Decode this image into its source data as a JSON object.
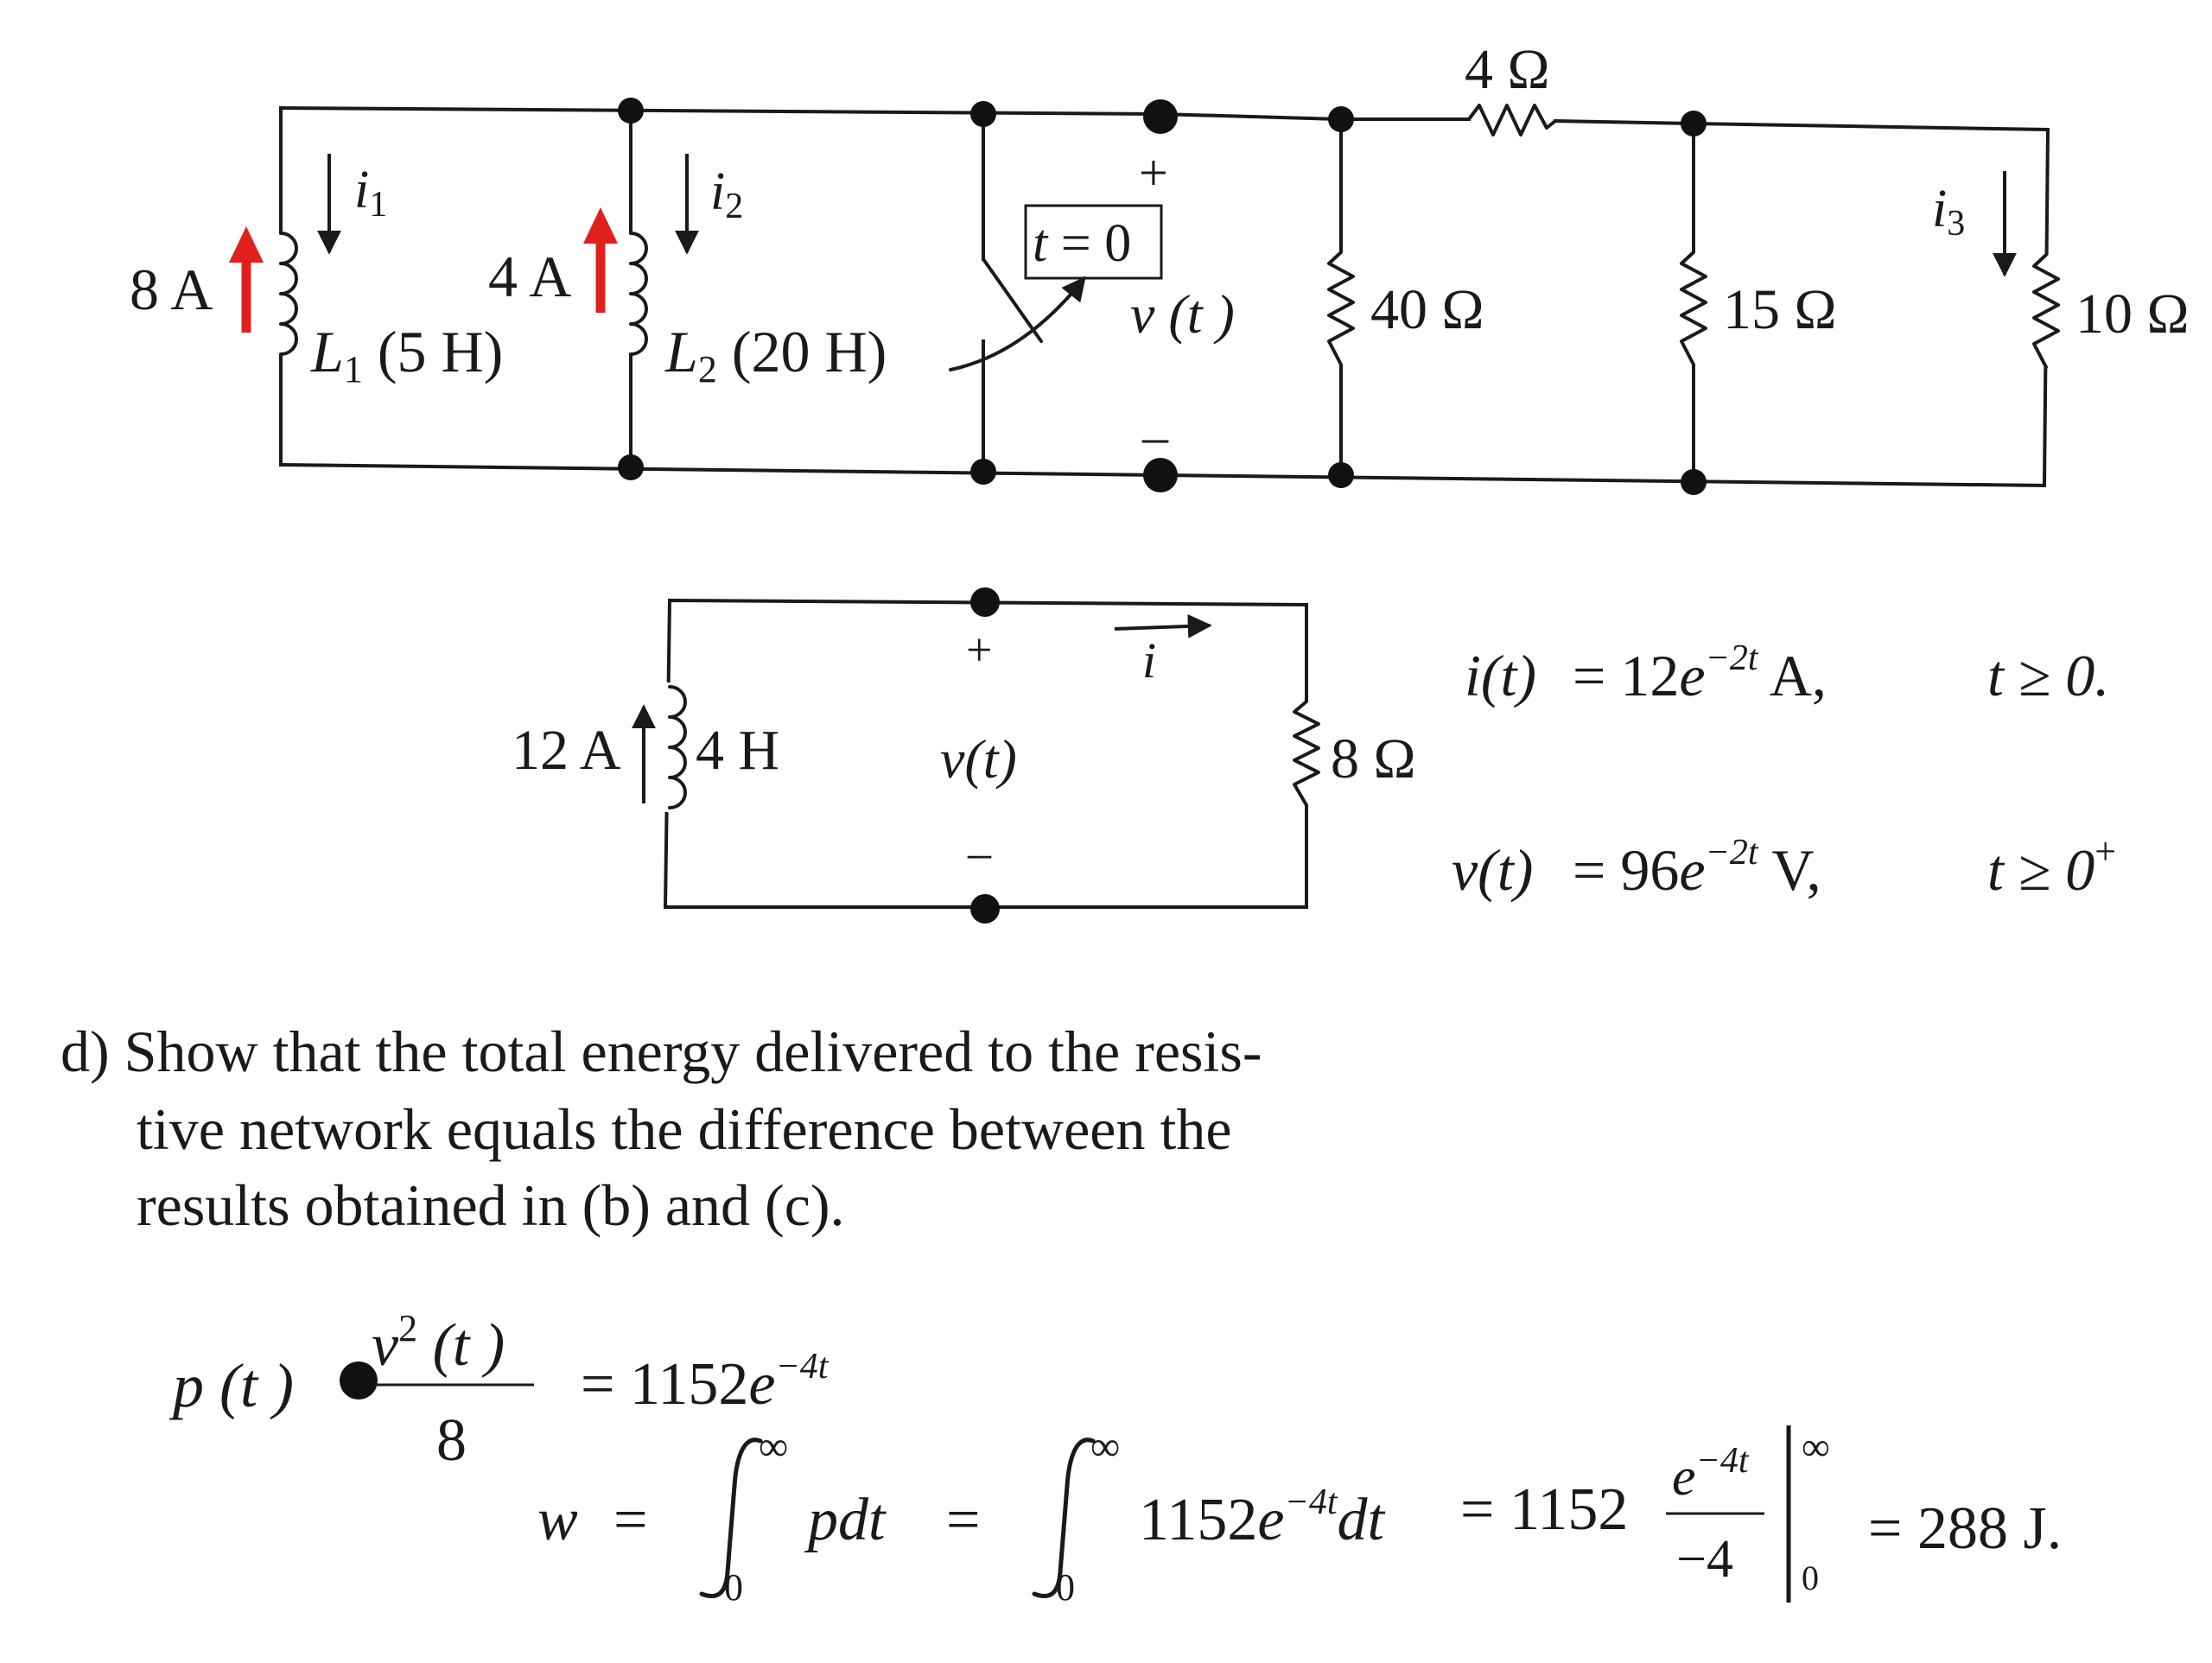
{
  "colors": {
    "ink": "#1a1a1a",
    "source_arrow": "#e0201c"
  },
  "circuit1": {
    "source1": "8 A",
    "source2": "4 A",
    "i1_sym": "i",
    "i1_sub": "1",
    "i2_sym": "i",
    "i2_sub": "2",
    "i3_sym": "i",
    "i3_sub": "3",
    "L1": {
      "sym": "L",
      "sub": "1",
      "val": " (5 H)"
    },
    "L2": {
      "sym": "L",
      "sub": "2",
      "val": " (20 H)"
    },
    "switch_t": "t",
    "switch_rest": " = 0",
    "plus": "+",
    "minus": "–",
    "v": "v (t )",
    "R_top": "4 Ω",
    "R1": "40 Ω",
    "R2": "15 Ω",
    "R3": "10 Ω"
  },
  "circuit2": {
    "source": "12 A",
    "L": "4 H",
    "plus": "+",
    "minus": "–",
    "i": "i",
    "v": "v(t)",
    "R": "8 Ω"
  },
  "equations": {
    "i_lhs": "i(t)",
    "i_rhs_pre": "= 12",
    "i_e": "e",
    "i_exp": "−2t",
    "i_unit": " A,",
    "i_cond": "t ≥ 0.",
    "v_lhs": "v(t)",
    "v_rhs_pre": "= 96",
    "v_e": "e",
    "v_exp": "−2t",
    "v_unit": " V,",
    "v_cond_t": "t ≥ 0",
    "v_cond_sup": "+"
  },
  "question": {
    "lines": [
      "d) Show that the total energy delivered to the resis-",
      "tive network equals the difference between the",
      "results obtained in (b) and (c)."
    ]
  },
  "power": {
    "lhs": "p (t )",
    "num_v": "v",
    "num_sup": "2",
    "num_t": " (t )",
    "den": "8",
    "rhs_pre": "= 1152",
    "rhs_e": "e",
    "rhs_exp": "−4t"
  },
  "energy": {
    "w": "w",
    "eq1": "=",
    "int_upper": "∞",
    "int_lower": "0",
    "pdt": "pdt",
    "eq2": "=",
    "int2_upper": "∞",
    "int2_lower": "0",
    "integrand_pre": "1152",
    "integrand_e": "e",
    "integrand_exp": "−4t",
    "integrand_dt": "dt",
    "eq3": "= 1152",
    "frac_num_e": "e",
    "frac_num_exp": "−4t",
    "frac_den": "−4",
    "bar_upper": "∞",
    "bar_lower": "0",
    "result": "= 288 J."
  }
}
